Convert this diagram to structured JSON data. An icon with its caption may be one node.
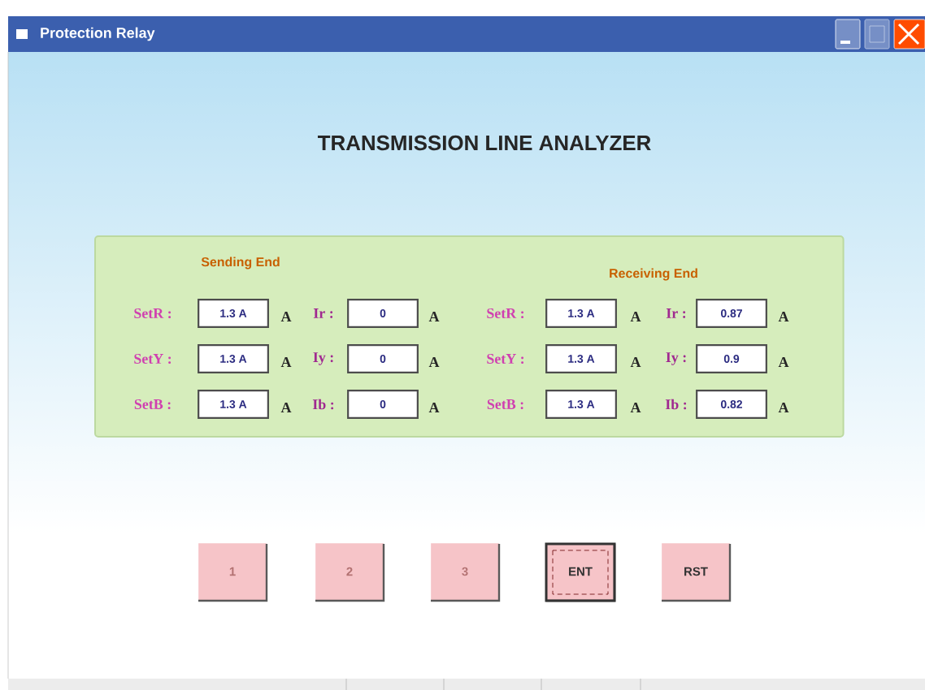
{
  "diagram": {
    "title": "TRANSMISSION LINE ANALYZER",
    "nodes": [
      {
        "text": [
          "Sending End",
          "Receiving End"
        ]
      },
      {
        "text": [
          "1.3 A"
        ],
        "in": 0
      },
      {
        "text": [
          "0"
        ],
        "in": 0
      },
      {
        "text": [
          "1.3 A"
        ],
        "in": 0
      },
      {
        "text": [
          "0.87"
        ],
        "in": 0
      },
      {
        "text": [
          "1.3 A"
        ],
        "in": 0
      },
      {
        "text": [
          "0"
        ],
        "in": 0
      },
      {
        "text": [
          "1.3 A"
        ],
        "in": 0
      },
      {
        "text": [
          "0.9"
        ],
        "in": 0
      },
      {
        "text": [
          "1.3 A"
        ],
        "in": 0
      },
      {
        "text": [
          "0"
        ],
        "in": 0
      },
      {
        "text": [
          "1.3 A"
        ],
        "in": 0
      },
      {
        "text": [
          "0.82"
        ],
        "in": 0
      },
      {
        "text": [
          "1"
        ]
      },
      {
        "text": [
          "2"
        ]
      },
      {
        "text": [
          "3"
        ]
      },
      {
        "text": [
          "ENT"
        ]
      },
      {
        "text": [
          "RST"
        ]
      }
    ],
    "labels": [
      "Protection Relay",
      "SetR :",
      "A",
      "Ir :",
      "A",
      "SetR :",
      "A",
      "Ir :",
      "A",
      "SetY :",
      "A",
      "Iy :",
      "A",
      "SetY :",
      "A",
      "Iy :",
      "A",
      "SetB :",
      "A",
      "Ib :",
      "A",
      "SetB :",
      "A",
      "Ib :",
      "A"
    ]
  }
}
